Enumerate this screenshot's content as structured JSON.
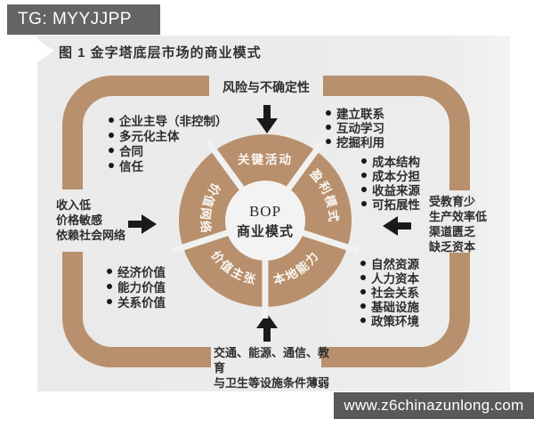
{
  "badge": {
    "text": "TG: MYYJJPP"
  },
  "watermark": {
    "text": "www.z6chinazunlong.com"
  },
  "figure": {
    "title": "图 1 金字塔底层市场的商业模式"
  },
  "colors": {
    "accent_tan": "#b8906d",
    "panel_gray": "#ececeb",
    "badge_bg": "#646464",
    "watermark_bg": "#595959",
    "arrow_black": "#1a1a1a",
    "segment_label": "#ffffff"
  },
  "diagram": {
    "center": {
      "line1": "BOP",
      "line2": "商业模式"
    },
    "segments": [
      {
        "id": "key-activities",
        "label": "关键活动"
      },
      {
        "id": "profit-model",
        "label": "盈利模式"
      },
      {
        "id": "value-network",
        "label": "价值网络"
      },
      {
        "id": "value-proposition",
        "label": "价值主张"
      },
      {
        "id": "local-capability",
        "label": "本地能力"
      }
    ],
    "notes": {
      "top": "风险与不确定性",
      "bottom": [
        "交通、能源、通信、教育",
        "与卫生等设施条件薄弱"
      ],
      "left": [
        "收入低",
        "价格敏感",
        "依赖社会网络"
      ],
      "right": [
        "受教育少",
        "生产效率低",
        "渠道匮乏",
        "缺乏资本"
      ]
    },
    "lists": {
      "top_left": [
        "企业主导（非控制）",
        "多元化主体",
        "合同",
        "信任"
      ],
      "top_right": [
        "建立联系",
        "互动学习",
        "挖掘利用"
      ],
      "mid_right": [
        "成本结构",
        "成本分担",
        "收益来源",
        "可拓展性"
      ],
      "bottom_left": [
        "经济价值",
        "能力价值",
        "关系价值"
      ],
      "bottom_right": [
        "自然资源",
        "人力资本",
        "社会关系",
        "基础设施",
        "政策环境"
      ]
    }
  }
}
